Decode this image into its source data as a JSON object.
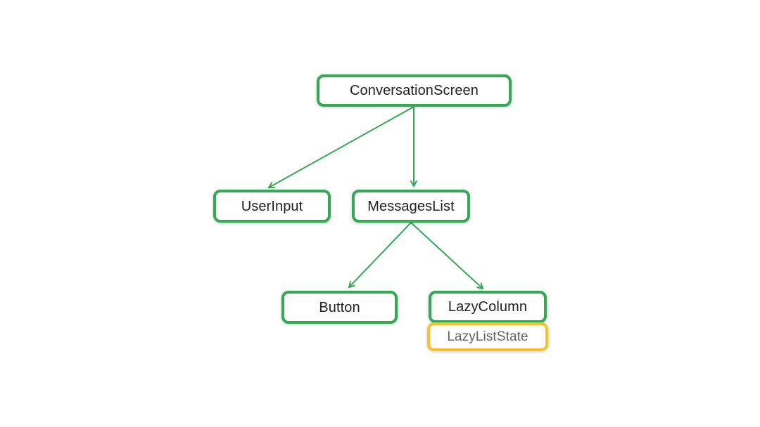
{
  "diagram": {
    "type": "tree",
    "background_color": "#ffffff",
    "colors": {
      "green": "#34A853",
      "yellow": "#FBC02D",
      "dark_text": "#202124",
      "gray_text": "#5F6368",
      "box_background": "#ffffff"
    },
    "nodes": [
      {
        "id": "conversation_screen",
        "label": "ConversationScreen",
        "border_color": "#34A853",
        "text_color": "#202124"
      },
      {
        "id": "user_input",
        "label": "UserInput",
        "border_color": "#34A853",
        "text_color": "#202124"
      },
      {
        "id": "messages_list",
        "label": "MessagesList",
        "border_color": "#34A853",
        "text_color": "#202124"
      },
      {
        "id": "button",
        "label": "Button",
        "border_color": "#34A853",
        "text_color": "#202124"
      },
      {
        "id": "lazy_column",
        "label": "LazyColumn",
        "border_color": "#34A853",
        "text_color": "#202124"
      },
      {
        "id": "lazy_list_state",
        "label": "LazyListState",
        "border_color": "#FBC02D",
        "text_color": "#5F6368"
      }
    ],
    "edges": [
      {
        "from": "ConversationScreen",
        "to": "UserInput"
      },
      {
        "from": "ConversationScreen",
        "to": "MessagesList"
      },
      {
        "from": "MessagesList",
        "to": "Button"
      },
      {
        "from": "MessagesList",
        "to": "LazyColumn"
      }
    ]
  }
}
